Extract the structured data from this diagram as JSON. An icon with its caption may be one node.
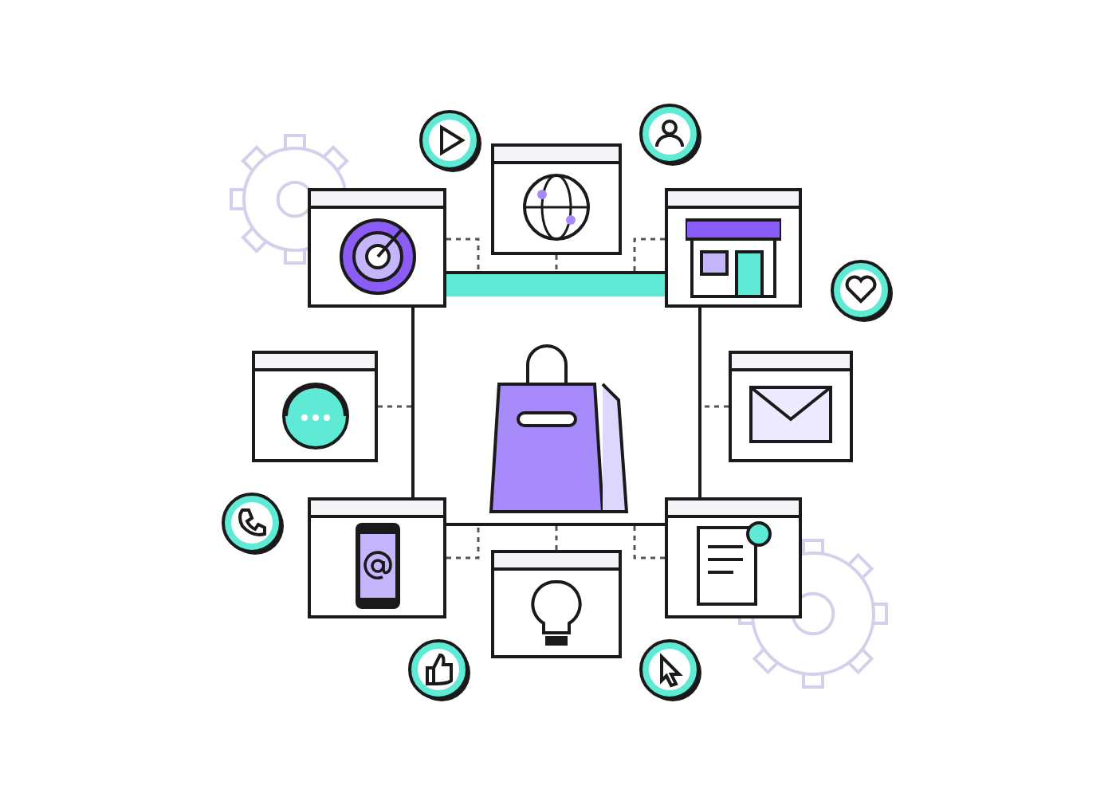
{
  "diagram": {
    "nodes": [
      {
        "text": [],
        "shape": "picture"
      },
      {
        "text": [],
        "shape": "picture"
      },
      {
        "text": [],
        "shape": "picture"
      },
      {
        "text": [],
        "shape": "picture"
      },
      {
        "text": [],
        "shape": "picture"
      },
      {
        "text": [],
        "shape": "picture"
      },
      {
        "text": [],
        "shape": "picture"
      },
      {
        "text": [],
        "shape": "picture"
      },
      {
        "text": [],
        "shape": "picture"
      }
    ],
    "edges": [
      {
        "from": 1,
        "to": 0,
        "arrow": "none",
        "style": "dashed"
      },
      {
        "from": 2,
        "to": 0,
        "arrow": "none",
        "style": "dashed"
      },
      {
        "from": 3,
        "to": 0,
        "arrow": "none",
        "style": "dashed"
      },
      {
        "from": 4,
        "to": 0,
        "arrow": "none",
        "style": "dashed"
      },
      {
        "from": 5,
        "to": 0,
        "arrow": "none",
        "style": "dashed"
      },
      {
        "from": 6,
        "to": 0,
        "arrow": "none",
        "style": "dashed"
      },
      {
        "from": 7,
        "to": 0,
        "arrow": "none",
        "style": "dashed"
      },
      {
        "from": 8,
        "to": 0,
        "arrow": "none",
        "style": "dashed"
      }
    ]
  }
}
